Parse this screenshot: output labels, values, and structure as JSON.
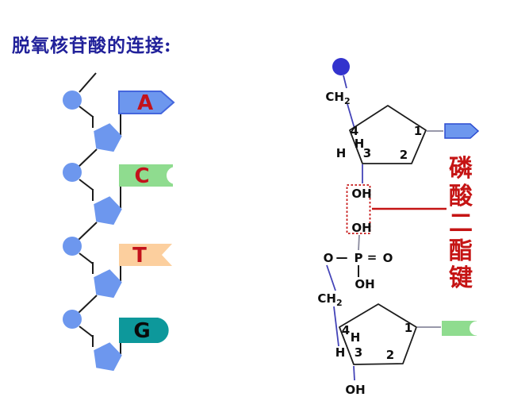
{
  "title": "脱氧核苷酸的连接:",
  "left_chain": {
    "units": [
      {
        "base": "A",
        "banner_shape": "arrow-banner",
        "banner_color": "#6d97ee"
      },
      {
        "base": "C",
        "banner_shape": "notched-ribbon",
        "banner_color": "#8fdc8f"
      },
      {
        "base": "T",
        "banner_shape": "swallowtail-ribbon",
        "banner_color": "#fccf9e"
      },
      {
        "base": "G",
        "banner_shape": "rounded-banner",
        "banner_color": "#0d989b"
      }
    ]
  },
  "molecule": {
    "ch2": "CH",
    "ch2_sub": "2",
    "c1": "1",
    "c2": "2",
    "c3": "3",
    "c4": "4",
    "h": "H",
    "oh": "OH",
    "o": "O",
    "p": "P",
    "single_bond": "—",
    "double_bond": "="
  },
  "annotation": {
    "text": "磷酸二酯键",
    "chars": [
      "磷",
      "酸",
      "二",
      "酯",
      "键"
    ]
  },
  "colors": {
    "title_navy": "#21219a",
    "chain_blue": "#6d97ee",
    "banner_c_green": "#8fdc8f",
    "banner_t_peach": "#fccf9e",
    "banner_g_teal": "#0d989b",
    "letter_red": "#c3121b",
    "annotation_red": "#c51414",
    "top_phosphate_circle": "#3333cd"
  }
}
